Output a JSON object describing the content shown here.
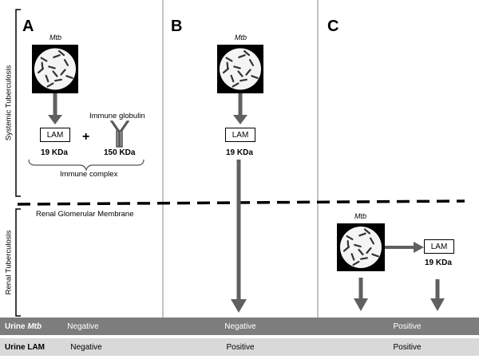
{
  "side_labels": {
    "systemic": "Systemic Tuberculosis",
    "renal": "Renal Tuberculosis"
  },
  "panels": {
    "a": {
      "letter": "A",
      "mtb": "Mtb",
      "lam": "LAM",
      "lam_mass": "19 KDa",
      "plus": "+",
      "antibody": "Immune globulin",
      "antibody_mass": "150 KDa",
      "complex": "Immune complex"
    },
    "b": {
      "letter": "B",
      "mtb": "Mtb",
      "lam": "LAM",
      "lam_mass": "19 KDa"
    },
    "c": {
      "letter": "C",
      "mtb": "Mtb",
      "lam": "LAM",
      "lam_mass": "19 KDa"
    }
  },
  "membrane_label": "Renal Glomerular Membrane",
  "table": {
    "rows": [
      {
        "label_prefix": "Urine ",
        "label_em": "Mtb",
        "a": "Negative",
        "b": "Negative",
        "c": "Positive"
      },
      {
        "label_prefix": "Urine LAM",
        "label_em": "",
        "a": "Negative",
        "b": "Positive",
        "c": "Positive"
      }
    ]
  },
  "colors": {
    "arrow": "#606060",
    "divider": "#b0b0b0",
    "dark_row": "#7d7d7d",
    "light_row": "#d9d9d9"
  }
}
